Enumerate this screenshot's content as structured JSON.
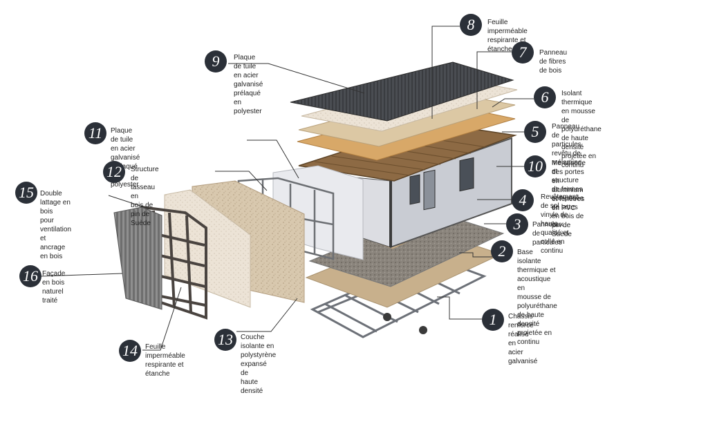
{
  "colors": {
    "badge": "#2b3038",
    "leader": "#333333",
    "text": "#222222"
  },
  "callouts": [
    {
      "n": "1",
      "text": "Châssis renforcé réalisé en\nacier galvanisé"
    },
    {
      "n": "2",
      "text": "Base isolante thermique et acoustique en\nmousse de polyuréthane de haute densité\nprojetée en continu"
    },
    {
      "n": "3",
      "text": "Panneaux de particules"
    },
    {
      "n": "4",
      "text": "Revêtement de sol vinyle de haute\nqualité et collé en continu"
    },
    {
      "n": "5",
      "text": "Panneau de particules revêtu de mélamine\net structure de fermes composée de lattes\nen bois de pin de Suède"
    },
    {
      "n": "6",
      "text": "Isolant thermique en mousse de\npolyuréthane de haute densité\nprojetée en continu"
    },
    {
      "n": "7",
      "text": "Panneau de fibres de bois"
    },
    {
      "n": "8",
      "text": "Feuille imperméable respirante et étanche"
    },
    {
      "n": "9",
      "text": "Plaque de tuile en acier galvanisé\nprélaqué en polyester"
    },
    {
      "n": "10",
      "text": "Menuiserie des portes en\naluminium et fenêtres en PVC"
    },
    {
      "n": "11",
      "text": "Plaque de tuile en acier galvanisé\nprélaqué en polyester"
    },
    {
      "n": "12",
      "text": "Structure de tasseau en\nbois de pin de Suède"
    },
    {
      "n": "13",
      "text": "Couche isolante en\npolystyrène expansé de\nhaute densité"
    },
    {
      "n": "14",
      "text": "Feuille imperméable\nrespirante et étanche"
    },
    {
      "n": "15",
      "text": "Double lattage en bois\npour ventilation et\nancrage en bois"
    },
    {
      "n": "16",
      "text": "Façade en bois\nnaturel traité"
    }
  ]
}
